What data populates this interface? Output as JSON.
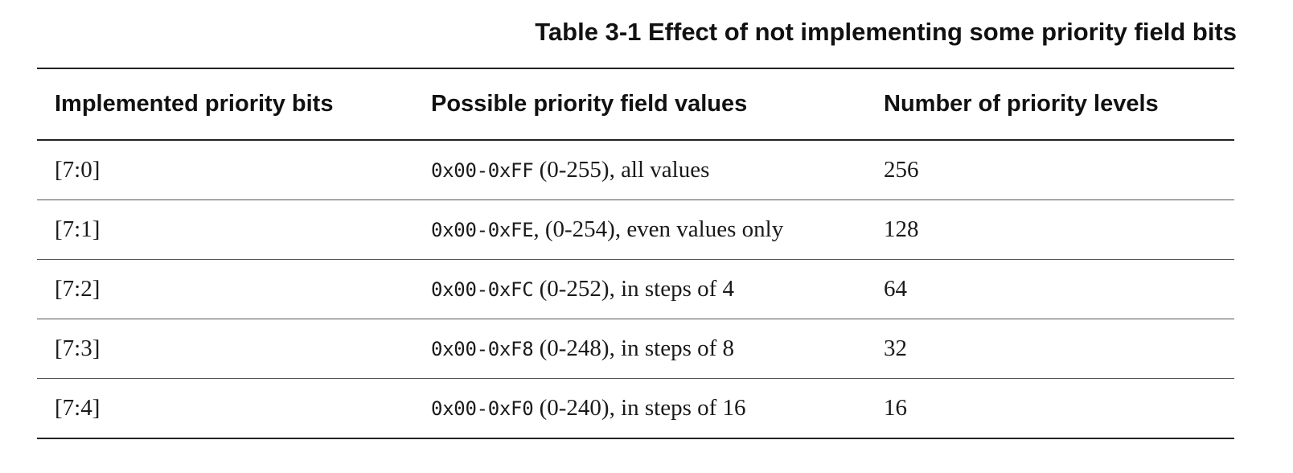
{
  "caption": "Table 3-1 Effect of not implementing some priority field bits",
  "table": {
    "headers": {
      "bits": "Implemented priority bits",
      "values": "Possible priority field values",
      "levels": "Number of priority levels"
    },
    "rows": [
      {
        "bits": "[7:0]",
        "range_code": "0x00-0xFF",
        "range_text": " (0-255), all values",
        "levels": "256"
      },
      {
        "bits": "[7:1]",
        "range_code": "0x00-0xFE",
        "range_text": ", (0-254), even values only",
        "levels": "128"
      },
      {
        "bits": "[7:2]",
        "range_code": "0x00-0xFC",
        "range_text": " (0-252), in steps of 4",
        "levels": "64"
      },
      {
        "bits": "[7:3]",
        "range_code": "0x00-0xF8",
        "range_text": " (0-248), in steps of 8",
        "levels": "32"
      },
      {
        "bits": "[7:4]",
        "range_code": "0x00-0xF0",
        "range_text": " (0-240), in steps of 16",
        "levels": "16"
      }
    ]
  }
}
